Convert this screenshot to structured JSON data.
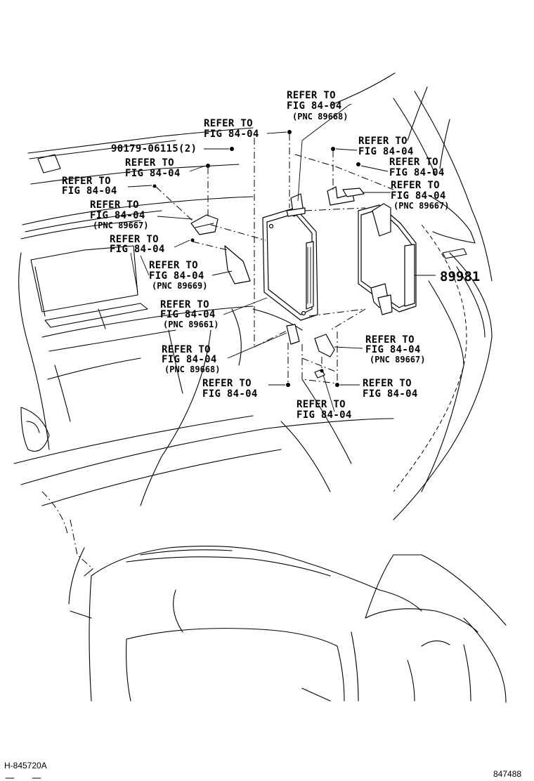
{
  "labels": {
    "refer1": {
      "line1": "REFER TO",
      "line2": "FIG 84-04",
      "pnc": "(PNC 89668)"
    },
    "refer2": {
      "line1": "REFER TO",
      "line2": "FIG 84-04"
    },
    "part_90179": "90179-06115(2)",
    "refer3": {
      "line1": "REFER TO",
      "line2": "FIG 84-04"
    },
    "refer4": {
      "line1": "REFER TO",
      "line2": "FIG 84-04"
    },
    "refer5": {
      "line1": "REFER TO",
      "line2": "FIG 84-04",
      "pnc": "(PNC 89667)"
    },
    "refer6": {
      "line1": "REFER TO",
      "line2": "FIG 84-04"
    },
    "refer7": {
      "line1": "REFER TO",
      "line2": "FIG 84-04",
      "pnc": "(PNC 89669)"
    },
    "refer8": {
      "line1": "REFER TO",
      "line2": "FIG 84-04",
      "pnc": "(PNC 89661)"
    },
    "refer9": {
      "line1": "REFER TO",
      "line2": "FIG 84-04",
      "pnc": "(PNC 89668)"
    },
    "refer10": {
      "line1": "REFER TO",
      "line2": "FIG 84-04"
    },
    "refer11": {
      "line1": "REFER TO",
      "line2": "FIG 84-04"
    },
    "refer12": {
      "line1": "REFER TO",
      "line2": "FIG 84-04"
    },
    "refer13": {
      "line1": "REFER TO",
      "line2": "FIG 84-04"
    },
    "refer14": {
      "line1": "REFER TO",
      "line2": "FIG 84-04",
      "pnc": "(PNC 89667)"
    },
    "refer15": {
      "line1": "REFER TO",
      "line2": "FIG 84-04",
      "pnc": "(PNC 89667)"
    },
    "refer16": {
      "line1": "REFER TO",
      "line2": "FIG 84-04"
    },
    "part_89981": "89981"
  },
  "footer": {
    "left_code": "H-845720A",
    "right_code": "847488"
  }
}
